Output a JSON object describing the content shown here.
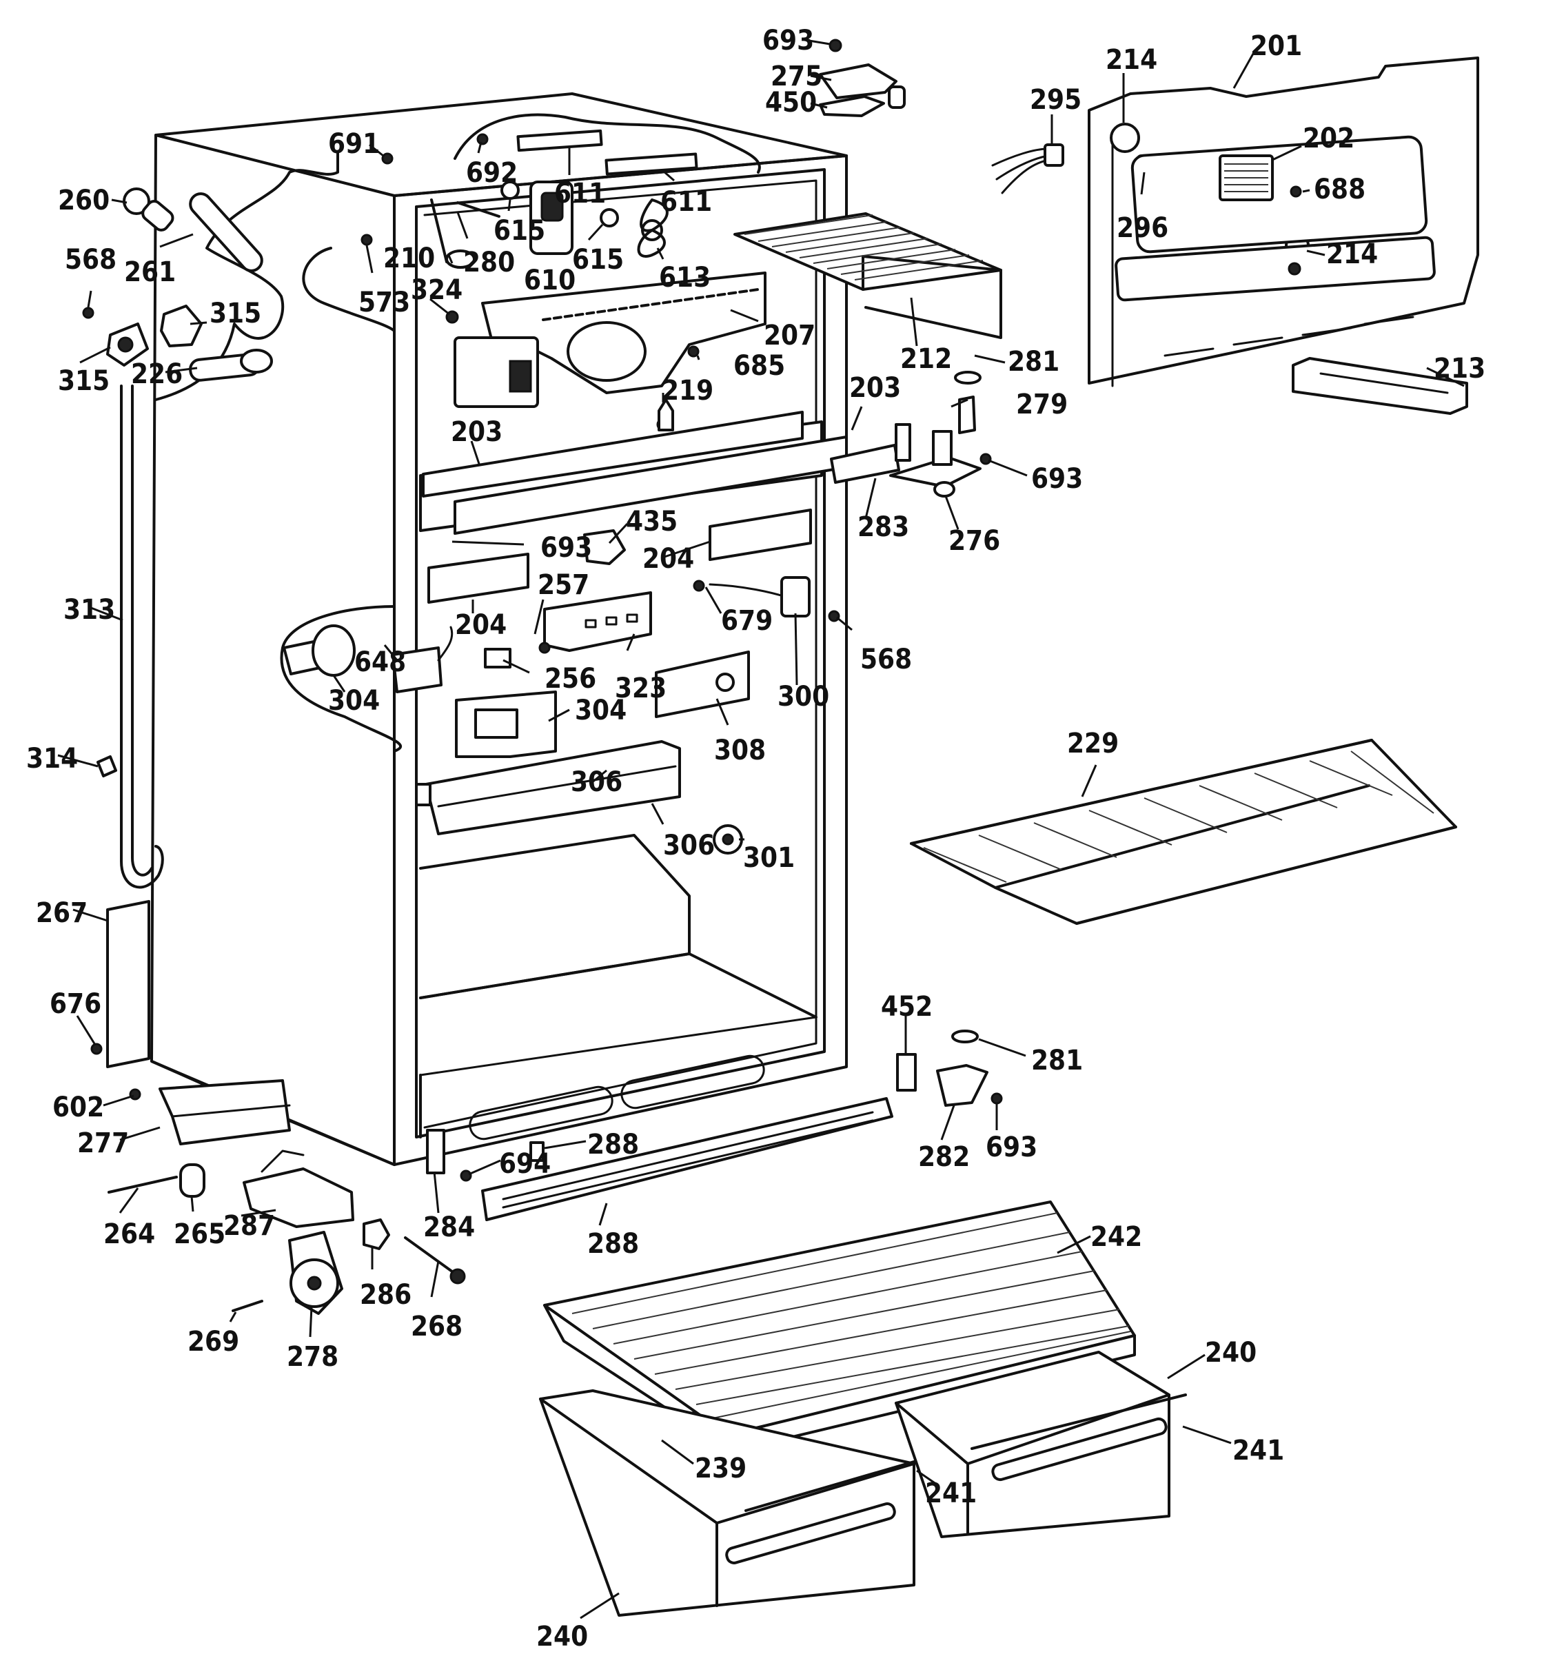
{
  "labels": [
    {
      "id": "693-top",
      "text": "693"
    },
    {
      "id": "275",
      "text": "275"
    },
    {
      "id": "450",
      "text": "450"
    },
    {
      "id": "214-a",
      "text": "214"
    },
    {
      "id": "201",
      "text": "201"
    },
    {
      "id": "295",
      "text": "295"
    },
    {
      "id": "202",
      "text": "202"
    },
    {
      "id": "688",
      "text": "688"
    },
    {
      "id": "296",
      "text": "296"
    },
    {
      "id": "214-b",
      "text": "214"
    },
    {
      "id": "213",
      "text": "213"
    },
    {
      "id": "691",
      "text": "691"
    },
    {
      "id": "692",
      "text": "692"
    },
    {
      "id": "611-a",
      "text": "611"
    },
    {
      "id": "611-b",
      "text": "611"
    },
    {
      "id": "260",
      "text": "260"
    },
    {
      "id": "615-a",
      "text": "615"
    },
    {
      "id": "615-b",
      "text": "615"
    },
    {
      "id": "280",
      "text": "280"
    },
    {
      "id": "210",
      "text": "210"
    },
    {
      "id": "610",
      "text": "610"
    },
    {
      "id": "613",
      "text": "613"
    },
    {
      "id": "261",
      "text": "261"
    },
    {
      "id": "568-a",
      "text": "568"
    },
    {
      "id": "573",
      "text": "573"
    },
    {
      "id": "324",
      "text": "324"
    },
    {
      "id": "315-a",
      "text": "315"
    },
    {
      "id": "315-b",
      "text": "315"
    },
    {
      "id": "226",
      "text": "226"
    },
    {
      "id": "207",
      "text": "207"
    },
    {
      "id": "212",
      "text": "212"
    },
    {
      "id": "685",
      "text": "685"
    },
    {
      "id": "281-a",
      "text": "281"
    },
    {
      "id": "279",
      "text": "279"
    },
    {
      "id": "219",
      "text": "219"
    },
    {
      "id": "203-a",
      "text": "203"
    },
    {
      "id": "203-b",
      "text": "203"
    },
    {
      "id": "693-b",
      "text": "693"
    },
    {
      "id": "283",
      "text": "283"
    },
    {
      "id": "276",
      "text": "276"
    },
    {
      "id": "435",
      "text": "435"
    },
    {
      "id": "693-c",
      "text": "693"
    },
    {
      "id": "204-a",
      "text": "204"
    },
    {
      "id": "257",
      "text": "257"
    },
    {
      "id": "204-b",
      "text": "204"
    },
    {
      "id": "679",
      "text": "679"
    },
    {
      "id": "313",
      "text": "313"
    },
    {
      "id": "648",
      "text": "648"
    },
    {
      "id": "568-b",
      "text": "568"
    },
    {
      "id": "256",
      "text": "256"
    },
    {
      "id": "323",
      "text": "323"
    },
    {
      "id": "300",
      "text": "300"
    },
    {
      "id": "304-a",
      "text": "304"
    },
    {
      "id": "304-b",
      "text": "304"
    },
    {
      "id": "308",
      "text": "308"
    },
    {
      "id": "229",
      "text": "229"
    },
    {
      "id": "314",
      "text": "314"
    },
    {
      "id": "306-a",
      "text": "306"
    },
    {
      "id": "306-b",
      "text": "306"
    },
    {
      "id": "301",
      "text": "301"
    },
    {
      "id": "267",
      "text": "267"
    },
    {
      "id": "676",
      "text": "676"
    },
    {
      "id": "452",
      "text": "452"
    },
    {
      "id": "281-b",
      "text": "281"
    },
    {
      "id": "602",
      "text": "602"
    },
    {
      "id": "277",
      "text": "277"
    },
    {
      "id": "693-d",
      "text": "693"
    },
    {
      "id": "282",
      "text": "282"
    },
    {
      "id": "288-a",
      "text": "288"
    },
    {
      "id": "694",
      "text": "694"
    },
    {
      "id": "264",
      "text": "264"
    },
    {
      "id": "265",
      "text": "265"
    },
    {
      "id": "287",
      "text": "287"
    },
    {
      "id": "284",
      "text": "284"
    },
    {
      "id": "288-b",
      "text": "288"
    },
    {
      "id": "286",
      "text": "286"
    },
    {
      "id": "268",
      "text": "268"
    },
    {
      "id": "242",
      "text": "242"
    },
    {
      "id": "269",
      "text": "269"
    },
    {
      "id": "278",
      "text": "278"
    },
    {
      "id": "240-a",
      "text": "240"
    },
    {
      "id": "241-a",
      "text": "241"
    },
    {
      "id": "239",
      "text": "239"
    },
    {
      "id": "241-b",
      "text": "241"
    },
    {
      "id": "240-b",
      "text": "240"
    }
  ]
}
